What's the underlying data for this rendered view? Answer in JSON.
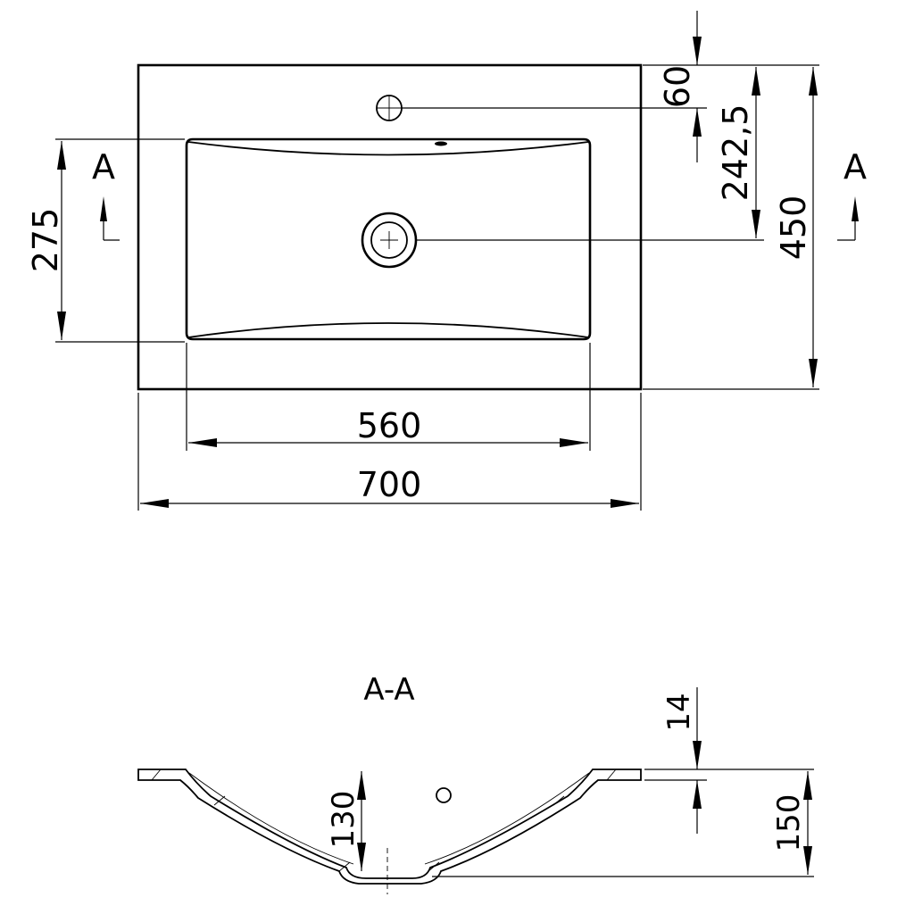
{
  "plan_view": {
    "dimensions": {
      "overall_width": "700",
      "basin_width": "560",
      "basin_depth": "275",
      "tap_hole_offset": "60",
      "drain_offset": "242,5",
      "overall_depth": "450"
    },
    "section_marker_left": "A",
    "section_marker_right": "A"
  },
  "section_view": {
    "title": "A-A",
    "dimensions": {
      "rim_thickness": "14",
      "basin_depth": "130",
      "total_height": "150"
    }
  }
}
